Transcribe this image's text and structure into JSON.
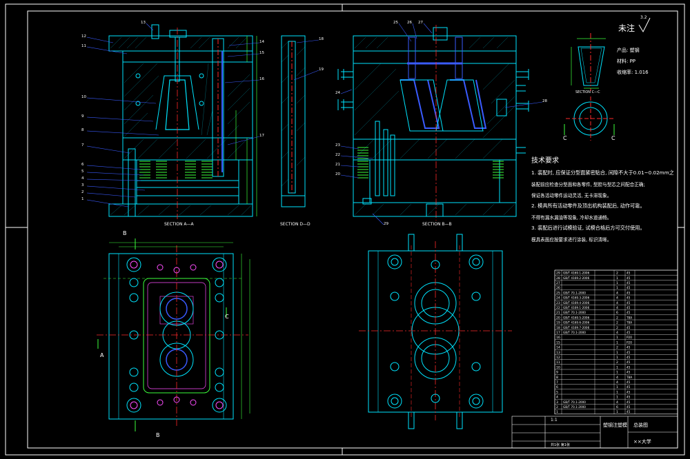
{
  "colors": {
    "background": "#000000",
    "frame": "#ffffff",
    "cyan": "#00e5ff",
    "blue": "#3a5bff",
    "red": "#ff2a2a",
    "green": "#3cff3c",
    "magenta": "#ff4dff",
    "yellow": "#ffff33"
  },
  "labels": {
    "section_aa": "SECTION A—A",
    "section_dd": "SECTION D—D",
    "section_bb": "SECTION B—B",
    "section_cc": "SECTION C—C",
    "mark_a": "A",
    "mark_b": "B",
    "mark_c": "C"
  },
  "roughness": {
    "note": "未注",
    "value": "3.2"
  },
  "product": {
    "name": "产品: 塑钢",
    "material": "材料: PP",
    "shrink": "收缩率: 1.016"
  },
  "tech": {
    "title": "技术要求",
    "lines": [
      "1. 装配时, 应保证分型面紧密贴合, 间隙不大于0.01~0.02mm之间。",
      "装配前应检查分型面和各零件, 型腔与型芯之间配合正确;",
      "保证各活动零件运动灵活, 无卡滞现象。",
      "2. 模具所有活动零件及顶出机构装配后, 动作可靠。",
      "不得有漏水漏油等现象, 冷却水道通畅。",
      "3. 装配后进行试模验证, 试模合格后方可交付使用。",
      "模具表面应按要求进行涂装, 标识清晰。"
    ]
  },
  "part_numbers_aa": [
    "1",
    "2",
    "3",
    "4",
    "5",
    "6",
    "7",
    "8",
    "9",
    "10",
    "11",
    "12",
    "13",
    "14",
    "15",
    "16",
    "17"
  ],
  "part_numbers_dd": [
    "18",
    "19"
  ],
  "part_numbers_bb": [
    "20",
    "21",
    "22",
    "23",
    "24",
    "25",
    "26",
    "27",
    "28",
    "29"
  ],
  "bom_rows": [
    {
      "no": "29",
      "std": "GB/T 4169.1-2006",
      "qty": "2",
      "mat": "45"
    },
    {
      "no": "28",
      "std": "GB/T 4169.2-2006",
      "qty": "1",
      "mat": "45"
    },
    {
      "no": "27",
      "std": "",
      "qty": "1",
      "mat": "45"
    },
    {
      "no": "26",
      "std": "",
      "qty": "1",
      "mat": "45"
    },
    {
      "no": "25",
      "std": "GB/T 70.1-2000",
      "qty": "4",
      "mat": "45"
    },
    {
      "no": "24",
      "std": "GB/T 4169.3-2006",
      "qty": "4",
      "mat": "45"
    },
    {
      "no": "23",
      "std": "GB/T 4169.4-2006",
      "qty": "4",
      "mat": "45"
    },
    {
      "no": "22",
      "std": "GB/T 4169.1-2006",
      "qty": "4",
      "mat": "45"
    },
    {
      "no": "21",
      "std": "GB/T 70.1-2000",
      "qty": "6",
      "mat": "45"
    },
    {
      "no": "20",
      "std": "GB/T 4169.5-2006",
      "qty": "2",
      "mat": "T8A"
    },
    {
      "no": "19",
      "std": "GB/T 4169.6-2006",
      "qty": "2",
      "mat": "T8A"
    },
    {
      "no": "18",
      "std": "GB/T 4169.7-2006",
      "qty": "2",
      "mat": "45"
    },
    {
      "no": "17",
      "std": "GB/T 70.1-2000",
      "qty": "4",
      "mat": "45"
    },
    {
      "no": "16",
      "std": "",
      "qty": "1",
      "mat": "P20"
    },
    {
      "no": "15",
      "std": "",
      "qty": "1",
      "mat": "P20"
    },
    {
      "no": "14",
      "std": "",
      "qty": "2",
      "mat": "45"
    },
    {
      "no": "13",
      "std": "",
      "qty": "1",
      "mat": "45"
    },
    {
      "no": "12",
      "std": "",
      "qty": "1",
      "mat": "45"
    },
    {
      "no": "11",
      "std": "",
      "qty": "2",
      "mat": "45"
    },
    {
      "no": "10",
      "std": "",
      "qty": "1",
      "mat": "45"
    },
    {
      "no": "9",
      "std": "",
      "qty": "1",
      "mat": "45"
    },
    {
      "no": "8",
      "std": "",
      "qty": "4",
      "mat": "T8A"
    },
    {
      "no": "7",
      "std": "",
      "qty": "4",
      "mat": "45"
    },
    {
      "no": "6",
      "std": "",
      "qty": "1",
      "mat": "45"
    },
    {
      "no": "5",
      "std": "",
      "qty": "1",
      "mat": "45"
    },
    {
      "no": "4",
      "std": "",
      "qty": "1",
      "mat": "45"
    },
    {
      "no": "3",
      "std": "GB/T 70.1-2000",
      "qty": "4",
      "mat": "45"
    },
    {
      "no": "2",
      "std": "GB/T 70.1-2000",
      "qty": "6",
      "mat": "45"
    },
    {
      "no": "1",
      "std": "",
      "qty": "1",
      "mat": "45"
    }
  ],
  "title_block": {
    "name": "塑钢注塑模",
    "drawing_no": "总装图",
    "school": "××大学",
    "scale": "1:1",
    "sheet": "共1张 第1张"
  }
}
